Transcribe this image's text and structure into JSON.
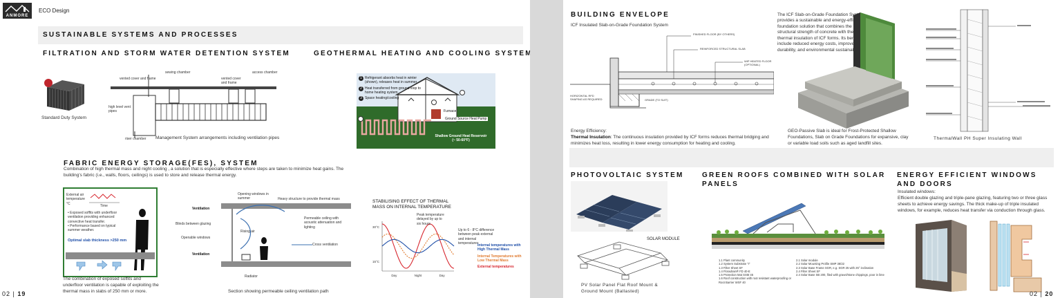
{
  "left_page": {
    "logo_text": "ANMORE",
    "header_title": "ECO Design",
    "band_title": "SUSTAINABLE SYSTEMS AND PROCESSES",
    "filtration": {
      "title": "FILTRATION AND STORM WATER DETENTION SYSTEM",
      "product_caption": "Standard Duty System",
      "diagram_caption": "Management System arrangements including ventilation pipes",
      "labels": {
        "vented_cover_1": "vented cover and frame",
        "sewing_chamber": "sewing chamber",
        "vented_cover_2": "vented cover and frame",
        "access_chamber": "access chamber",
        "high_level_vent": "high level vent pipes",
        "riser_chamber": "riser chamber"
      }
    },
    "geothermal": {
      "title": "GEOTHERMAL HEATING AND COOLING SYSTEM",
      "steps": [
        {
          "num": "1",
          "text": "Refrigerant absorbs heat in winter (shown), releases heat in summer"
        },
        {
          "num": "2",
          "text": "Heat transferred from ground loop to home heating system"
        },
        {
          "num": "3",
          "text": "Space heating/cooling"
        }
      ],
      "furnace_label": "Furnace",
      "pump_label": "Ground Source Heat Pump",
      "reservoir_label": "Shallow Ground Heat Reservoir",
      "reservoir_temp": "(~ 50-60°F)"
    },
    "fes": {
      "title": "FABRIC ENERGY STORAGE(FES), SYSTEM",
      "intro": "Combination of high thermal mass and night cooling , a solution that is especially effective where steps are taken to minimize heat gains. The building's fabric (i.e., walls, floors, ceilings) is used to store and release thermal energy.",
      "box": {
        "temp_label": "External air temperature °C",
        "time_label": "Time",
        "bullets": [
          "Exposed soffits with underfloor ventilation providing enhanced convective heat transfer.",
          "Performance based on typical summer weather."
        ],
        "optimal": "Optimal slab thickness >250 mm"
      },
      "caption_left": "The combination of exposed soffits and underfloor ventilation is capable of exploiting the thermal mass in slabs of 250 mm or more.",
      "section": {
        "opening_windows": "Opening windows in summer",
        "heavy_structure": "Heavy structure to provide thermal mass",
        "ventilation_top": "Ventilation",
        "blinds": "Blinds between glazing",
        "rising_air": "Rising air",
        "permeable": "Permeable ceiling with acoustic attenuation and lighting",
        "operable": "Openable windows",
        "cross_vent": "Cross ventilation",
        "ventilation_bottom": "Ventilation",
        "radiator": "Radiator"
      },
      "caption_middle": "Section showing permeable ceiling ventilation path",
      "chart_title": "STABILISING EFFECT OF THERMAL MASS ON INTERNAL TEMPERATURE",
      "chart_note": "Peak temperature delayed by up to six hours",
      "chart_side": "Up to 6 - 8°C difference between peak external and internal temperatures",
      "legend": [
        {
          "label": "Internal temperatures with High Thermal Mass",
          "color": "#1f4fa8"
        },
        {
          "label": "Internal Temperatures with Low Thermal Mass",
          "color": "#e07a2e"
        },
        {
          "label": "External temperatures",
          "color": "#d7262e"
        }
      ]
    },
    "page_num_prefix": "02",
    "page_num": "19"
  },
  "chart_data": {
    "type": "line",
    "title": "STABILISING EFFECT OF THERMAL MASS ON INTERNAL TEMPERATURE",
    "categories": [
      "Day",
      "Night",
      "Day"
    ],
    "yticks": [
      "30°C",
      "15°C"
    ],
    "series": [
      {
        "name": "External temperatures",
        "color": "#d7262e",
        "amplitude": 1.0,
        "phase": 0.0
      },
      {
        "name": "Internal Temperatures with Low Thermal Mass",
        "color": "#e07a2e",
        "amplitude": 0.55,
        "phase": 0.12
      },
      {
        "name": "Internal temperatures with High Thermal Mass",
        "color": "#1f4fa8",
        "amplitude": 0.3,
        "phase": 0.25
      }
    ]
  },
  "right_page": {
    "envelope": {
      "title": "BUILDING ENVELOPE",
      "subtitle": "ICF Insulated Slab-on-Grade Foundation System",
      "detail_labels": [
        "FINISHED FLOOR (BY OTHERS)",
        "REINFORCED STRUCTURAL SLAB",
        "WIP HEATED FLOOR (OPTIONAL)",
        "HORIZONTAL RFD SHAPING AS REQUIRED",
        "GRADE (TO SUIT)"
      ],
      "description": "The ICF Slab-on-Grade Foundation System provides a sustainable and energy-efficient foundation solution that combines the structural strength of concrete with the thermal insulation of ICF forms. Its benefits include reduced energy costs, improved durability, and environmental sustainability.",
      "efficiency_heading": "Energy Efficiency:",
      "efficiency_bold": "Thermal Insulation",
      "efficiency_text": ": The continuous insulation provided by ICF forms reduces thermal bridging and minimizes heat loss, resulting in lower energy consumption for heating and cooling.",
      "geo_passive": "GEO-Passive Slab is ideal for Frost-Protected Shallow Foundations, Slab on Grade Foundations for expansive, clay or variable load soils such as aged landfill sites.",
      "wall_caption": "ThermalWall PH Super Insulating Wall"
    },
    "pv": {
      "title": "PHOTOVOLTAIC SYSTEM",
      "module_label": "SOLAR MODULE",
      "caption": "PV Solar Panel Flat Roof Mount & Ground Mount (Ballasted)"
    },
    "green_roof": {
      "title": "GREEN ROOFS COMBINED WITH SOLAR PANELS",
      "legend_left": [
        "1.1 Plant community",
        "1.2 System Substrate \"I\"",
        "1.3 Filter Sheet SF",
        "1.4 Floradrain® FD 40-E",
        "1.5 Protection Mat SSM 45",
        "1.6 Roof construction with root resistant waterproofing or Root Barrier WSF 40"
      ],
      "legend_right": [
        "2.1 Solar module",
        "2.2 Solar Mounting Profile SMP 38/22",
        "2.3 Solar Base Frame SGR, e.g. SGR 25 with 25° inclination",
        "2.4 Filter Sheet SF",
        "2.4 Solar Base SB 200, filed with gravel/stone chippings, poor in lime"
      ]
    },
    "windows": {
      "title": "ENERGY EFFICIENT WINDOWS AND DOORS",
      "subheading": "Insulated windows:",
      "text": "Efficient double glazing and triple-pane glazing, featuring two or three glass sheets to achieve energy savings. The thick make-up of triple insulated windows, for example, reduces heat transfer via conduction through glass."
    },
    "page_num_prefix": "02",
    "page_num": "20"
  }
}
